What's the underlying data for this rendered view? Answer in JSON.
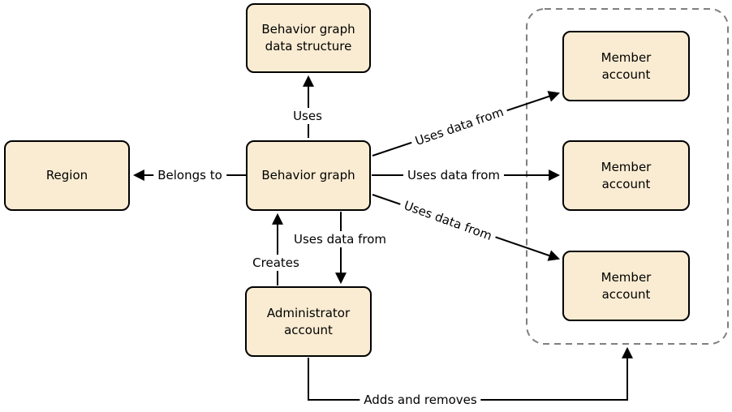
{
  "diagram": {
    "colors": {
      "node_fill": "#FAECD2",
      "node_border": "#000000",
      "arrow": "#000000",
      "container_dashed_border": "#7F7F7F",
      "background": "#FFFFFF"
    },
    "nodes": {
      "data_structure": {
        "label": "Behavior graph\ndata structure"
      },
      "region": {
        "label": "Region"
      },
      "behavior_graph": {
        "label": "Behavior graph"
      },
      "member_1": {
        "label": "Member\naccount"
      },
      "member_2": {
        "label": "Member\naccount"
      },
      "member_3": {
        "label": "Member\naccount"
      },
      "administrator": {
        "label": "Administrator\naccount"
      }
    },
    "edges": {
      "uses": {
        "label": "Uses"
      },
      "belongs_to": {
        "label": "Belongs to"
      },
      "uses_data_from_top": {
        "label": "Uses data from"
      },
      "uses_data_from_middle": {
        "label": "Uses data from"
      },
      "uses_data_from_bottom": {
        "label": "Uses data from"
      },
      "creates": {
        "label": "Creates"
      },
      "uses_data_from_admin": {
        "label": "Uses data from"
      },
      "adds_and_removes": {
        "label": "Adds and removes"
      }
    }
  }
}
